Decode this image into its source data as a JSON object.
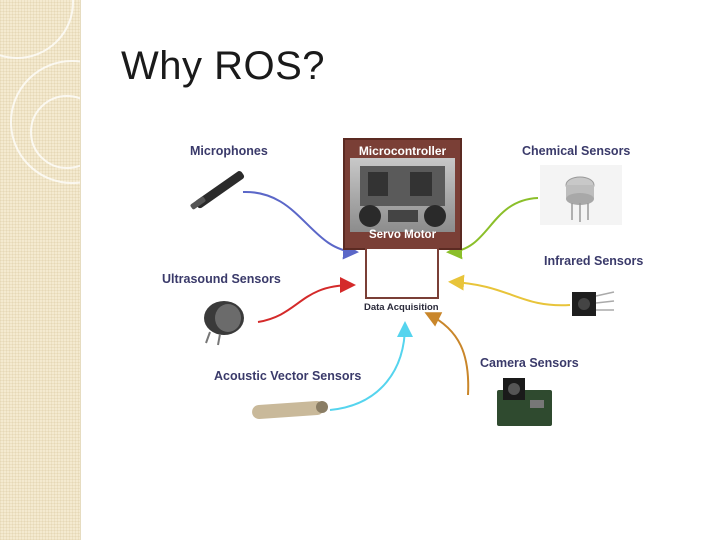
{
  "slide": {
    "title": "Why ROS?"
  },
  "diagram": {
    "center": {
      "top_label": "Microcontroller",
      "bottom_label": "Servo Motor",
      "data_label": "Data Acquisition",
      "frame_color": "#7a3f36"
    },
    "sensors": [
      {
        "id": "microphones",
        "label": "Microphones",
        "arrow_color": "#5b67c8"
      },
      {
        "id": "ultrasound",
        "label": "Ultrasound Sensors",
        "arrow_color": "#d42a2a"
      },
      {
        "id": "acoustic-vector",
        "label": "Acoustic Vector Sensors",
        "arrow_color": "#55d4ee"
      },
      {
        "id": "chemical",
        "label": "Chemical Sensors",
        "arrow_color": "#8bbf2a"
      },
      {
        "id": "infrared",
        "label": "Infrared Sensors",
        "arrow_color": "#e8c43a"
      },
      {
        "id": "camera",
        "label": "Camera Sensors",
        "arrow_color": "#c9862a"
      }
    ]
  }
}
